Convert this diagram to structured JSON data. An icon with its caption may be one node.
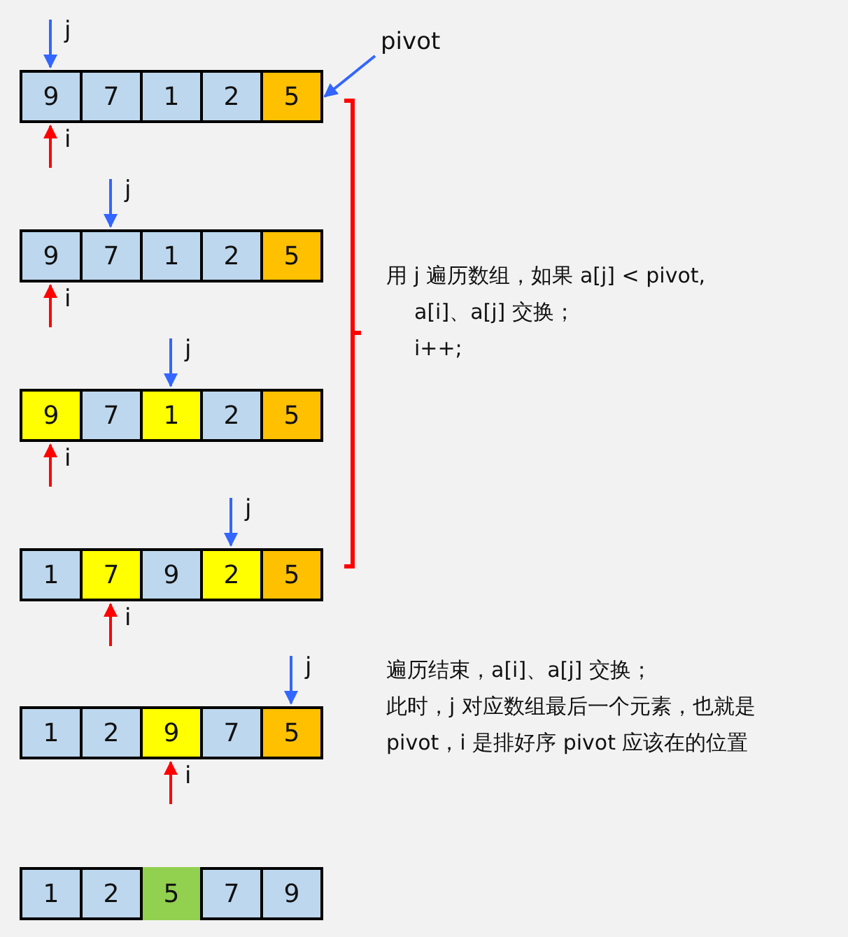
{
  "diagram": {
    "nodes": [
      {
        "text": [
          "9"
        ]
      },
      {
        "text": [
          "7"
        ]
      },
      {
        "text": [
          "1"
        ]
      },
      {
        "text": [
          "2"
        ]
      },
      {
        "text": [
          "5"
        ]
      },
      {
        "text": [
          "9"
        ]
      },
      {
        "text": [
          "7"
        ]
      },
      {
        "text": [
          "1"
        ]
      },
      {
        "text": [
          "2"
        ]
      },
      {
        "text": [
          "5"
        ]
      },
      {
        "text": [
          "9"
        ]
      },
      {
        "text": [
          "7"
        ]
      },
      {
        "text": [
          "1"
        ]
      },
      {
        "text": [
          "2"
        ]
      },
      {
        "text": [
          "5"
        ]
      },
      {
        "text": [
          "1"
        ]
      },
      {
        "text": [
          "7"
        ]
      },
      {
        "text": [
          "9"
        ]
      },
      {
        "text": [
          "2"
        ]
      },
      {
        "text": [
          "5"
        ]
      },
      {
        "text": [
          "1"
        ]
      },
      {
        "text": [
          "2"
        ]
      },
      {
        "text": [
          "9"
        ]
      },
      {
        "text": [
          "7"
        ]
      },
      {
        "text": [
          "5"
        ]
      },
      {
        "text": [
          "1"
        ]
      },
      {
        "text": [
          "2"
        ]
      },
      {
        "text": [
          "5"
        ]
      },
      {
        "text": [
          "7"
        ]
      },
      {
        "text": [
          "9"
        ]
      },
      {
        "text": [
          "pivot"
        ]
      }
    ],
    "edges": [
      {
        "from": null,
        "to": 0,
        "arrow": "to",
        "label": "j"
      },
      {
        "from": null,
        "to": 0,
        "arrow": "to",
        "label": "i",
        "color": "#ff0000"
      },
      {
        "from": 30,
        "to": 4,
        "arrow": "to"
      },
      {
        "from": null,
        "to": 6,
        "arrow": "to",
        "label": "j"
      },
      {
        "from": null,
        "to": 5,
        "arrow": "to",
        "label": "i",
        "color": "#ff0000"
      },
      {
        "from": null,
        "to": 12,
        "arrow": "to",
        "label": "j"
      },
      {
        "from": null,
        "to": 10,
        "arrow": "to",
        "label": "i",
        "color": "#ff0000"
      },
      {
        "from": null,
        "to": 18,
        "arrow": "to",
        "label": "j"
      },
      {
        "from": null,
        "to": 16,
        "arrow": "to",
        "label": "i",
        "color": "#ff0000"
      },
      {
        "from": null,
        "to": 24,
        "arrow": "to",
        "label": "j"
      },
      {
        "from": null,
        "to": 22,
        "arrow": "to",
        "label": "i",
        "color": "#ff0000"
      }
    ],
    "labels": [
      "用 j 遍历数组，如果 a[j] < pivot,",
      "a[i]、a[j] 交换；",
      "i++;",
      "遍历结束，a[i]、a[j] 交换；",
      "此时，j 对应数组最后一个元素，也就是",
      "pivot，i 是排好序 pivot 应该在的位置"
    ]
  }
}
